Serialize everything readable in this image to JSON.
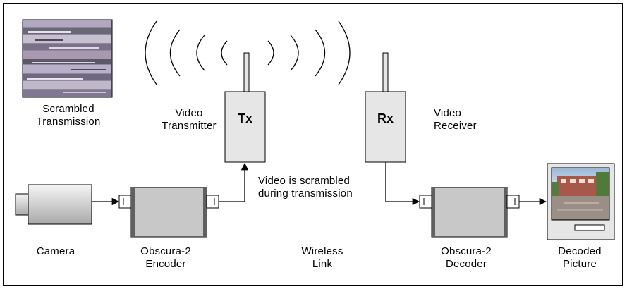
{
  "labels": {
    "scrambled_transmission": [
      "Scrambled",
      "Transmission"
    ],
    "video_transmitter": [
      "Video",
      "Transmitter"
    ],
    "video_receiver": [
      "Video",
      "Receiver"
    ],
    "note": [
      "Video is scrambled",
      "during transmission"
    ],
    "camera": "Camera",
    "encoder": [
      "Obscura-2",
      "Encoder"
    ],
    "wireless_link": [
      "Wireless",
      "Link"
    ],
    "decoder": [
      "Obscura-2",
      "Decoder"
    ],
    "decoded_picture": [
      "Decoded",
      "Picture"
    ]
  },
  "units": {
    "tx": "Tx",
    "rx": "Rx"
  },
  "colors": {
    "device_fill": "#e6e6e6",
    "encoder_fill": "#c8c8c8",
    "outline": "#000000"
  }
}
